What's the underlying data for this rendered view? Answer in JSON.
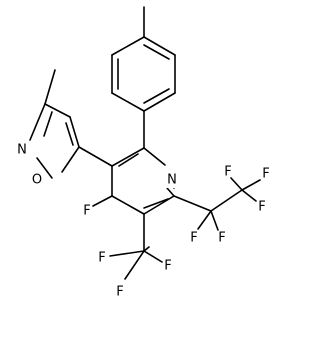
{
  "atoms": {
    "fluorine": "F",
    "nitrogen": "N",
    "oxygen": "O"
  },
  "colors": {
    "bond": "#000000",
    "background": "#ffffff"
  }
}
